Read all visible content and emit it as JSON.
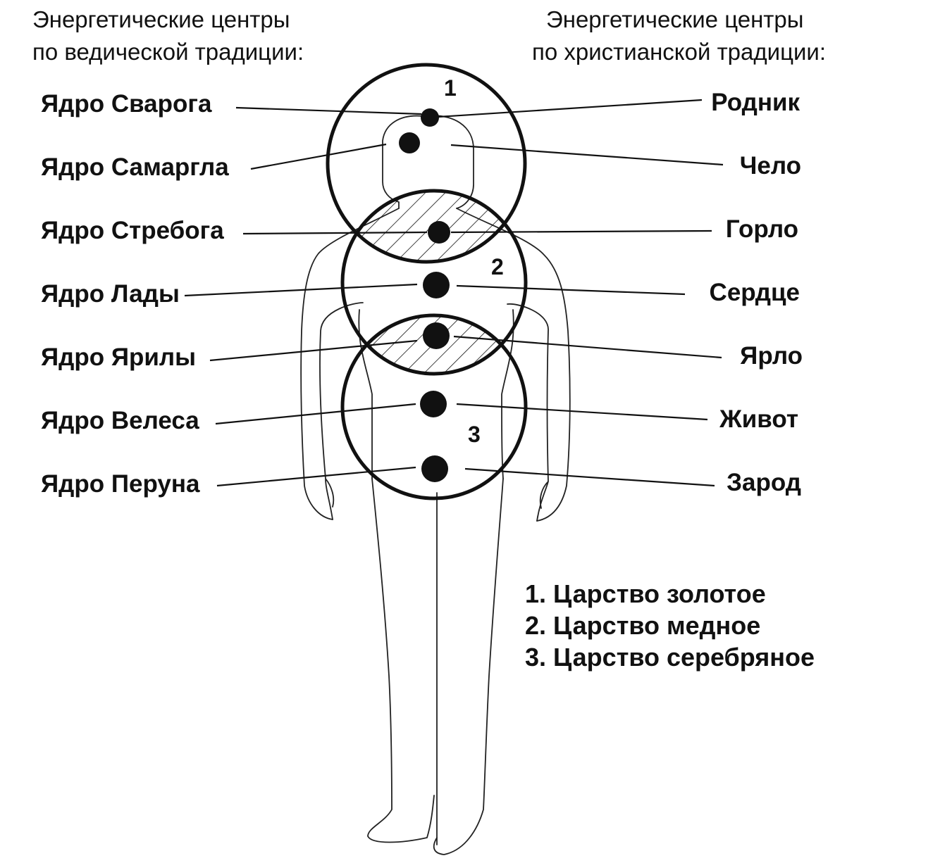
{
  "headers": {
    "left": [
      "Энергетические центры",
      "по ведической традиции:"
    ],
    "right": [
      "Энергетические центры",
      "по христианской традиции:"
    ]
  },
  "vedic_centers": [
    "Ядро Сварога",
    "Ядро Самаргла",
    "Ядро Стребога",
    "Ядро Лады",
    "Ядро Ярилы",
    "Ядро Велеса",
    "Ядро Перуна"
  ],
  "christian_centers": [
    "Родник",
    "Чело",
    "Горло",
    "Сердце",
    "Ярло",
    "Живот",
    "Зарод"
  ],
  "circle_numbers": [
    "1",
    "2",
    "3"
  ],
  "legend": [
    "1. Царство золотое",
    "2. Царство медное",
    "3. Царство серебряное"
  ],
  "colors": {
    "ink": "#111111",
    "background": "#ffffff"
  }
}
